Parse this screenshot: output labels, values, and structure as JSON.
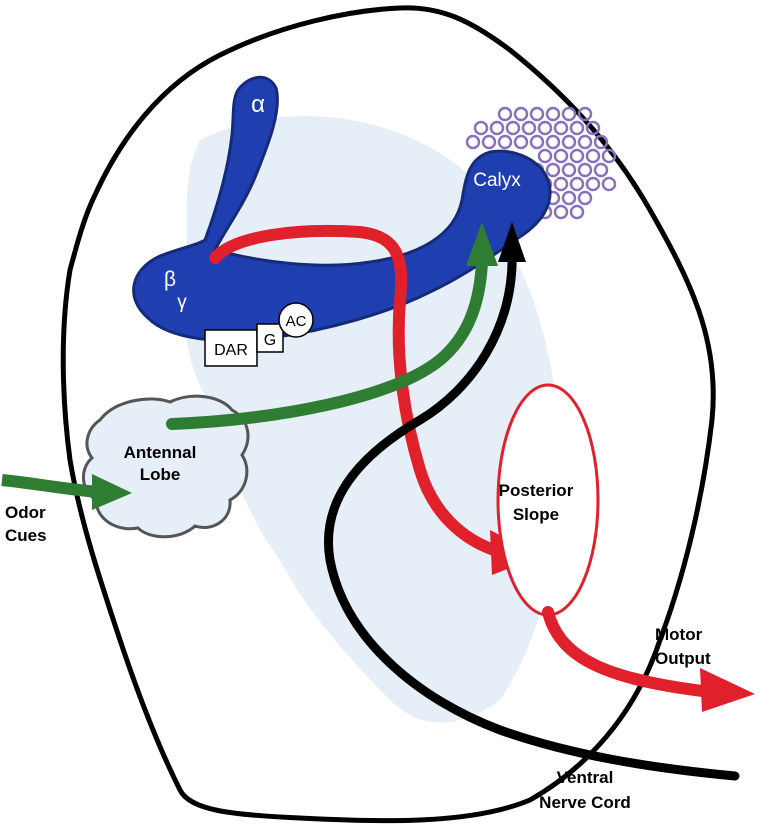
{
  "labels": {
    "alpha": "α",
    "calyx": "Calyx",
    "beta": "β",
    "gamma": "γ",
    "dar": "DAR",
    "g": "G",
    "ac": "AC",
    "antennal_lobe_1": "Antennal",
    "antennal_lobe_2": "Lobe",
    "odor_cues_1": "Odor",
    "odor_cues_2": "Cues",
    "posterior_slope_1": "Posterior",
    "posterior_slope_2": "Slope",
    "motor_output_1": "Motor",
    "motor_output_2": "Output",
    "ventral_nerve_cord_1": "Ventral",
    "ventral_nerve_cord_2": "Nerve Cord"
  },
  "colors": {
    "mushroom_body": "#1f3fb0",
    "mushroom_body_outline": "#152a78",
    "dopamine_pathway": "#e0202a",
    "odor_pathway": "#2e7d32",
    "nerve_cord": "#000000",
    "brain_shading": "#e6eef8",
    "calyx_cells": "#8a70c0"
  }
}
